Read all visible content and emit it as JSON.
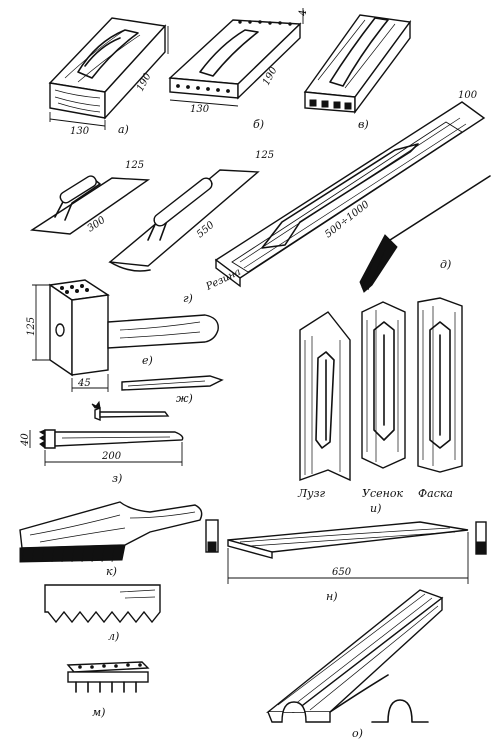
{
  "labels": {
    "a": "а)",
    "b": "б)",
    "v": "в)",
    "g": "г)",
    "d": "д)",
    "e": "е)",
    "zh": "ж)",
    "z": "з)",
    "i": "и)",
    "k": "к)",
    "l": "л)",
    "m": "м)",
    "n": "н)",
    "o": "о)"
  },
  "dimensions": {
    "a_width": "130",
    "a_length": "190",
    "b_width": "130",
    "b_length": "190",
    "b_height": "4",
    "small_trowel_width": "125",
    "small_trowel_length": "300",
    "mid_trowel_width": "125",
    "mid_trowel_length": "550",
    "long_float_width": "100",
    "long_float_length": "500÷1000",
    "hammer_height": "125",
    "hammer_width": "45",
    "chisel_height": "40",
    "chisel_length": "200",
    "ruler_length": "650"
  },
  "material_label": "Резина",
  "profiles": {
    "lusg": "Лузг",
    "usenok": "Усенок",
    "faska": "Фаска"
  },
  "colors": {
    "ink": "#111111",
    "paper": "#ffffff"
  }
}
